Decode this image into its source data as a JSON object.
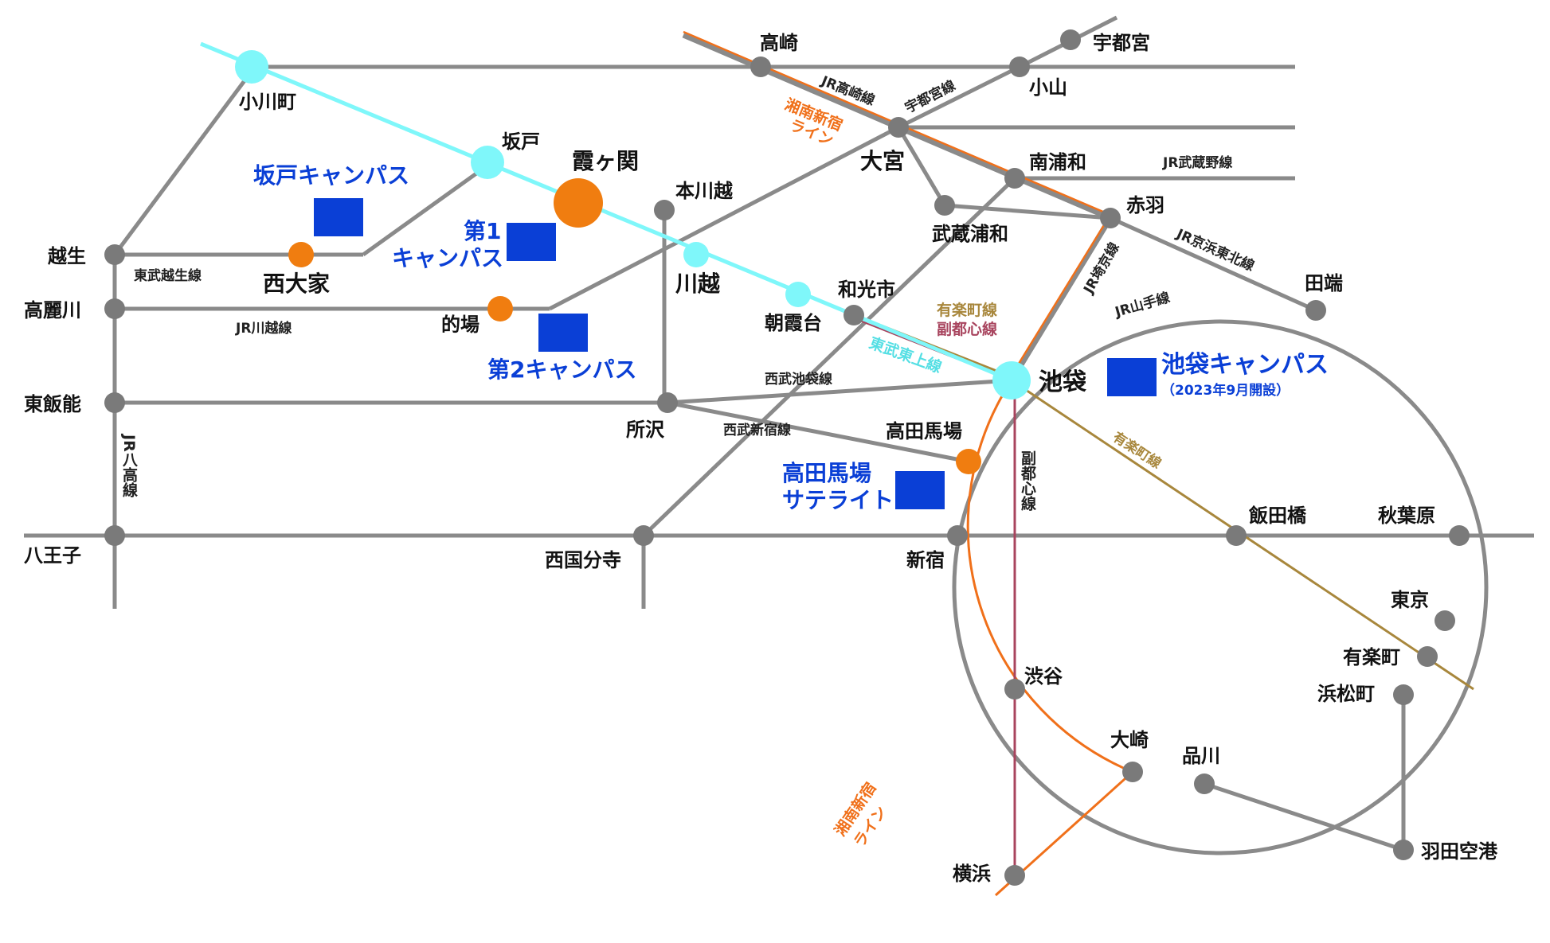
{
  "colors": {
    "gray_line": "#8a8a8a",
    "tobu_tojo": "#7ff7fa",
    "shonan": "#f0701a",
    "yurakucho": "#a8873c",
    "fukutoshin": "#a8445e",
    "campus": "#0a3fd6",
    "node_gray": "#7a7a7a",
    "node_orange": "#f07d10",
    "node_cyan": "#7ff7fa"
  },
  "stations": {
    "ogawamachi": "小川町",
    "sakado": "坂戸",
    "kasumigaseki": "霞ヶ関",
    "kawagoe": "川越",
    "hon_kawagoe": "本川越",
    "asakadai": "朝霞台",
    "wakoshi": "和光市",
    "ikebukuro": "池袋",
    "takasaki": "高崎",
    "utsunomiya": "宇都宮",
    "oyama": "小山",
    "omiya": "大宮",
    "minami_urawa": "南浦和",
    "musashi_urawa": "武蔵浦和",
    "akabane": "赤羽",
    "tabata": "田端",
    "oppe": "越生",
    "nishi_oya": "西大家",
    "komagawa": "高麗川",
    "matoba": "的場",
    "higashi_hanno": "東飯能",
    "tokorozawa": "所沢",
    "takadanobaba": "高田馬場",
    "hachioji": "八王子",
    "nishi_kokubunji": "西国分寺",
    "shinjuku": "新宿",
    "iidabashi": "飯田橋",
    "akihabara": "秋葉原",
    "tokyo": "東京",
    "yurakucho": "有楽町",
    "hamamatsucho": "浜松町",
    "shibuya": "渋谷",
    "osaki": "大崎",
    "shinagawa": "品川",
    "haneda": "羽田空港",
    "yokohama": "横浜"
  },
  "lines": {
    "jr_takasaki": "JR高崎線",
    "shonan_1": "湘南新宿",
    "shonan_2": "ライン",
    "utsunomiya_line": "宇都宮線",
    "jr_musashino": "JR武蔵野線",
    "jr_keihin": "JR京浜東北線",
    "jr_saikyo": "JR埼京線",
    "jr_yamanote": "JR山手線",
    "tobu_ogose": "東武越生線",
    "jr_kawagoe": "JR川越線",
    "yurakucho_fukutoshin_1": "有楽町線",
    "yurakucho_fukutoshin_2": "副都心線",
    "tobu_tojo": "東武東上線",
    "seibu_ikebukuro": "西武池袋線",
    "seibu_shinjuku": "西武新宿線",
    "yurakucho_line": "有楽町線",
    "fukutoshin_line": "副都心線",
    "jr_hachiko": "JR八高線"
  },
  "campuses": {
    "sakado_campus": "坂戸キャンパス",
    "campus1_line1": "第1",
    "campus1_line2": "キャンパス",
    "campus2": "第2キャンパス",
    "ikebukuro_campus": "池袋キャンパス",
    "ikebukuro_note": "（2023年9月開設）",
    "satellite_line1": "高田馬場",
    "satellite_line2": "サテライト"
  }
}
